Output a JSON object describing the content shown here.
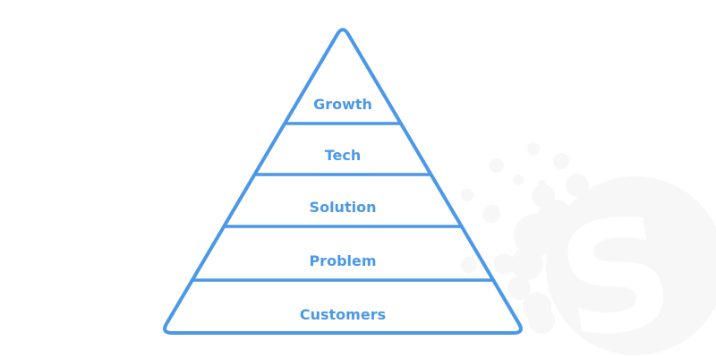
{
  "diagram": {
    "type": "pyramid",
    "levels": [
      {
        "label": "Growth"
      },
      {
        "label": "Tech"
      },
      {
        "label": "Solution"
      },
      {
        "label": "Problem"
      },
      {
        "label": "Customers"
      }
    ]
  },
  "watermark": {
    "letter": "S"
  },
  "colors": {
    "accent_blue": "#4b98e8",
    "watermark_gray": "#f7f7f7",
    "background": "#ffffff"
  }
}
